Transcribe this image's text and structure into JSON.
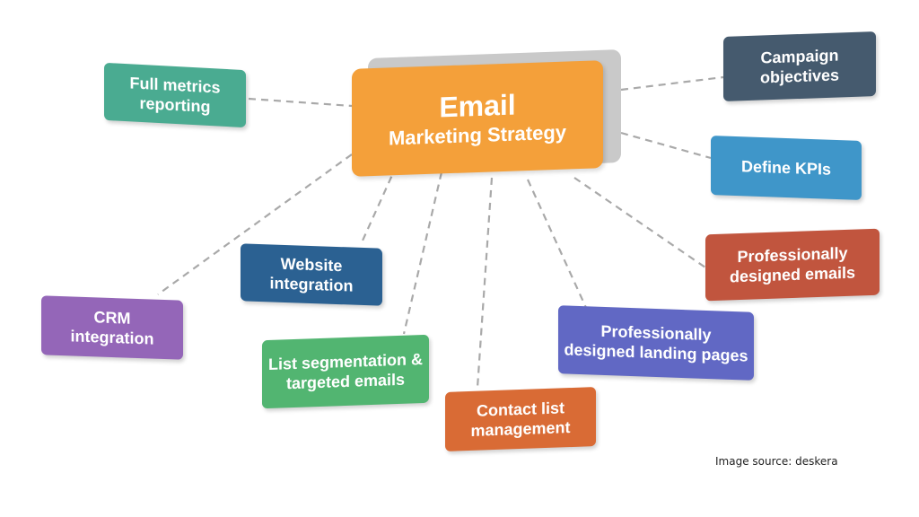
{
  "center": {
    "title": "Email",
    "subtitle": "Marketing Strategy",
    "color": "#f4a03a"
  },
  "nodes": [
    {
      "id": "full-metrics",
      "lines": [
        "Full metrics",
        "reporting"
      ],
      "color": "#4aab91"
    },
    {
      "id": "campaign-objectives",
      "lines": [
        "Campaign",
        "objectives"
      ],
      "color": "#455a6e"
    },
    {
      "id": "define-kpis",
      "lines": [
        "Define KPIs"
      ],
      "color": "#3f96c9"
    },
    {
      "id": "professionally-designed-emails",
      "lines": [
        "Professionally",
        "designed emails"
      ],
      "color": "#c1553e"
    },
    {
      "id": "professionally-designed-landing-pages",
      "lines": [
        "Professionally",
        "designed landing pages"
      ],
      "color": "#6168c4"
    },
    {
      "id": "contact-list-management",
      "lines": [
        "Contact list",
        "management"
      ],
      "color": "#d96b35"
    },
    {
      "id": "list-segmentation",
      "lines": [
        "List segmentation &",
        "targeted emails"
      ],
      "color": "#52b571"
    },
    {
      "id": "website-integration",
      "lines": [
        "Website",
        "integration"
      ],
      "color": "#2b6192"
    },
    {
      "id": "crm-integration",
      "lines": [
        "CRM",
        "integration"
      ],
      "color": "#9466b8"
    }
  ],
  "source_note": "Image source: deskera"
}
